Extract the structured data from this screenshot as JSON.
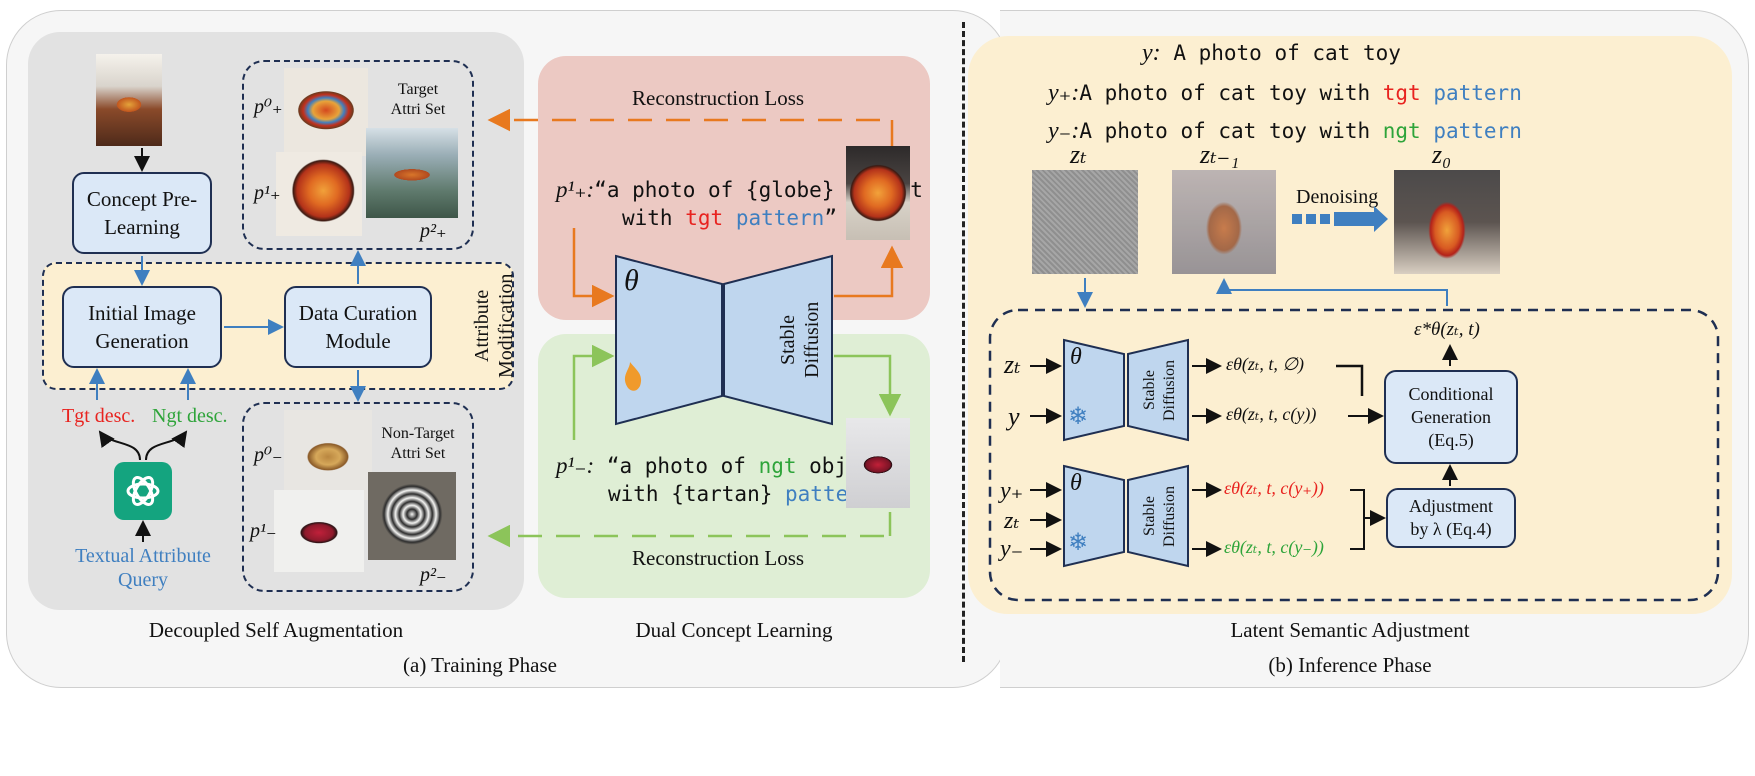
{
  "training": {
    "phase_caption": "(a) Training Phase",
    "dsa": {
      "caption": "Decoupled Self Augmentation",
      "concept_box": "Concept Pre-\nLearning",
      "initial_box": "Initial Image\nGeneration",
      "curation_box": "Data Curation\nModule",
      "attr_mod_label": "Attribute\nModification",
      "tgt_desc": "Tgt desc.",
      "ngt_desc": "Ngt desc.",
      "query_label": "Textual Attribute\nQuery",
      "target_set": "Target\nAttri Set",
      "nontarget_set": "Non-Target\nAttri Set",
      "p_plus": [
        "p⁰₊",
        "p¹₊",
        "p²₊"
      ],
      "p_minus": [
        "p⁰₋",
        "p¹₋",
        "p²₋"
      ]
    },
    "dcl": {
      "caption": "Dual Concept Learning",
      "recon_top": "Reconstruction Loss",
      "recon_bottom": "Reconstruction Loss",
      "prompt_plus": {
        "lhs": "p¹₊:",
        "part1": "“a photo of {globe} object",
        "part2a": "with ",
        "tgt": "tgt",
        "space": " ",
        "pattern": "pattern",
        "close": "”"
      },
      "prompt_minus": {
        "lhs": "p¹₋:",
        "part1a": "“a photo of ",
        "ngt": "ngt",
        "part1b": " object",
        "part2a": "with {tartan} ",
        "pattern": "pattern",
        "close": "”"
      },
      "theta": "θ",
      "sd_label": "Stable\nDiffusion"
    }
  },
  "inference": {
    "phase_caption": "(b) Inference Phase",
    "lsa_caption": "Latent Semantic Adjustment",
    "y_line": {
      "lhs": "y:",
      "text": "A photo of cat toy"
    },
    "yplus_line": {
      "lhs": "y₊:",
      "text": "A photo of cat toy with ",
      "tgt": "tgt",
      "space": " ",
      "pattern": "pattern"
    },
    "yminus_line": {
      "lhs": "y₋:",
      "text": "A photo of cat toy with ",
      "ngt": "ngt",
      "space": " ",
      "pattern": "pattern"
    },
    "z_labels": [
      "zₜ",
      "zₜ₋₁",
      "z₀"
    ],
    "denoising": "Denoising",
    "inputs_top": [
      "zₜ",
      "y"
    ],
    "inputs_bottom": [
      "y₊",
      "zₜ",
      "y₋"
    ],
    "eps_outputs": [
      "εθ(zₜ, t, ∅)",
      "εθ(zₜ, t, c(y))",
      "εθ(zₜ, t, c(y₊))",
      "εθ(zₜ, t, c(y₋))"
    ],
    "eps_star": "ε*θ(zₜ, t)",
    "cond_box": "Conditional\nGeneration\n(Eq.5)",
    "adj_box": "Adjustment\nby λ (Eq.4)",
    "theta": "θ",
    "sd_label": "Stable\nDiffusion"
  },
  "colors": {
    "tgt": "#e8231f",
    "ngt": "#2ea43a",
    "pattern": "#3f7fc0",
    "arrow_orange": "#e8791f",
    "arrow_green": "#8cc45a",
    "arrow_blue": "#3f7fc0",
    "box_blue": "#dbe8f7",
    "navy": "#1f2f52"
  }
}
